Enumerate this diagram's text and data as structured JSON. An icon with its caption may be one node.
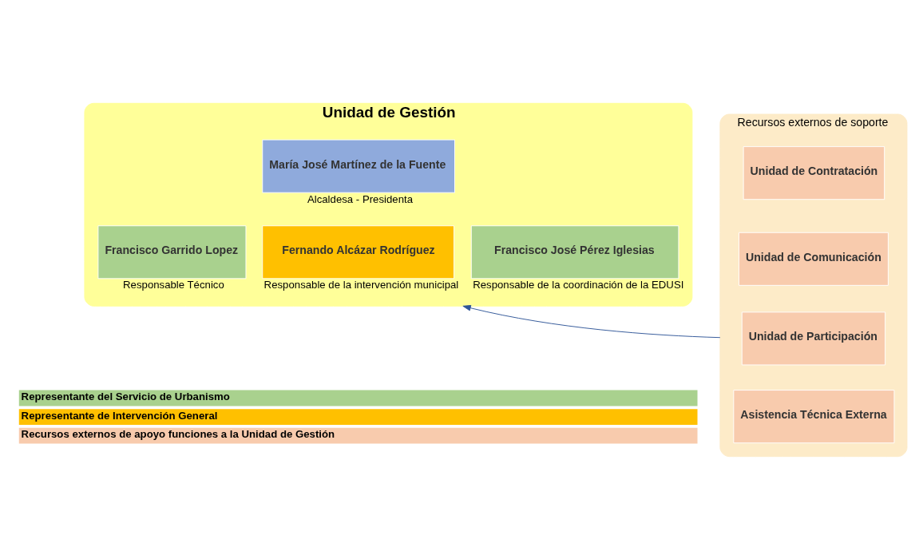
{
  "diagram": {
    "nodes": [
      {
        "text": [
          "Unidad de Gestión"
        ]
      },
      {
        "text": [
          "María José Martínez de la Fuente"
        ],
        "in": 0,
        "beside": [
          "Alcaldesa - Presidenta"
        ]
      },
      {
        "text": [
          "Francisco Garrido Lopez"
        ],
        "in": 0,
        "beside": [
          "Responsable Técnico"
        ]
      },
      {
        "text": [
          "Fernando Alcázar Rodríguez"
        ],
        "in": 0,
        "beside": [
          "Responsable de la intervención municipal"
        ]
      },
      {
        "text": [
          "Francisco José Pérez Iglesias"
        ],
        "in": 0,
        "beside": [
          "Responsable de la coordinación de la EDUSI"
        ]
      },
      {
        "text": [
          "Recursos externos de soporte"
        ]
      },
      {
        "text": [
          "Unidad de Contratación"
        ],
        "in": 5
      },
      {
        "text": [
          "Unidad de Comunicación"
        ],
        "in": 5
      },
      {
        "text": [
          "Unidad de Participación"
        ],
        "in": 5
      },
      {
        "text": [
          "Asistencia Técnica Externa"
        ],
        "in": 5
      }
    ],
    "edges": [
      {
        "from": 5,
        "to": 0,
        "arrow": "to",
        "color": "#2f5597"
      }
    ],
    "legend": [
      {
        "text": "Representante del Servicio de Urbanismo",
        "color": "#a9d18e"
      },
      {
        "text": "Representante de Intervención General",
        "color": "#ffc000"
      },
      {
        "text": "Recursos externos de apoyo funciones a la Unidad de Gestión",
        "color": "#f8cbad"
      }
    ]
  }
}
